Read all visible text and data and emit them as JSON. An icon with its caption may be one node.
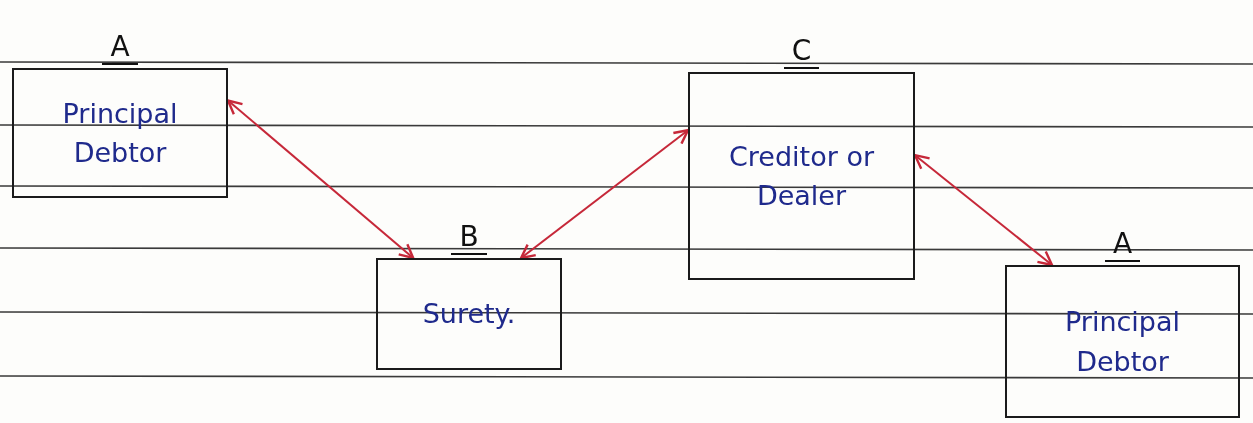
{
  "diagram": {
    "nodes": [
      {
        "text": [
          "A",
          "Principal Debtor"
        ]
      },
      {
        "text": [
          "B",
          "Surety."
        ]
      },
      {
        "text": [
          "C",
          "Creditor or Dealer"
        ]
      },
      {
        "text": [
          "A",
          "Principal Debtor"
        ]
      }
    ],
    "edges": [
      {
        "from": 0,
        "to": 1,
        "arrow": "both",
        "color": "#c62839"
      },
      {
        "from": 1,
        "to": 2,
        "arrow": "both",
        "color": "#c62839"
      },
      {
        "from": 2,
        "to": 3,
        "arrow": "both",
        "color": "#c62839"
      }
    ]
  }
}
